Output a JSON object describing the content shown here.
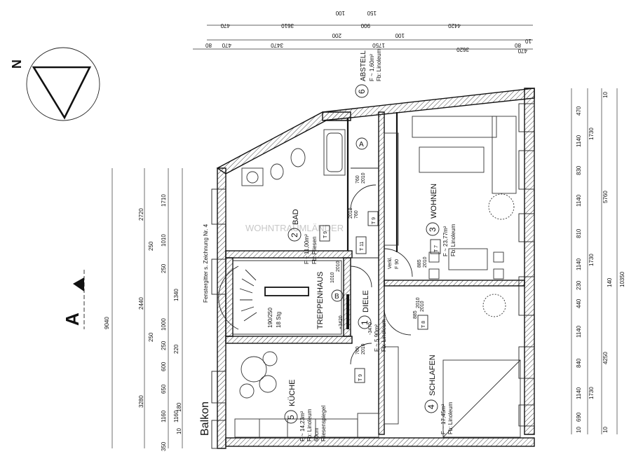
{
  "plan": {
    "section_label": "A",
    "balcony_label": "Balkon",
    "window_note": "Fenstergitter s. Zeichnung Nr. 4",
    "watermark": "WOHNTRAUMLÄNDER",
    "rooms": [
      {
        "number": "1",
        "name": "DIELE",
        "area": "F ~ 5,90m²",
        "floor": "Fb: Linoleum"
      },
      {
        "number": "2",
        "name": "BAD",
        "area": "F ~ 11,00m²",
        "floor": "Fb: Fliesen"
      },
      {
        "number": "3",
        "name": "WOHNEN",
        "area": "F ~ 23,77m²",
        "floor": "Fb: Linoleum"
      },
      {
        "number": "4",
        "name": "SCHLAFEN",
        "area": "F ~ 17,45m²",
        "floor": "Fb: Linoleum"
      },
      {
        "number": "5",
        "name": "KÜCHE",
        "area": "F ~ 14,23m²",
        "floor": "Fb: Linoleum",
        "note1": "60cm",
        "note2": "Fliesenspiegel"
      },
      {
        "number": "6",
        "name": "ABSTELL",
        "area": "F ~ 1,60m²",
        "floor": "Fb: Linoleum"
      }
    ],
    "stair": {
      "name": "TREPPENHAUS",
      "marker": "B",
      "steps": "18 Stg",
      "ratio": "190/250",
      "level": "+3420",
      "level2": "-3470"
    },
    "doors": [
      "T 11",
      "T 9",
      "T 9",
      "T 7",
      "T 8",
      "T 9"
    ],
    "door_dims": [
      "760",
      "2010",
      "760",
      "2010",
      "885",
      "2010",
      "885",
      "2010",
      "2010",
      "1010",
      "760",
      "2010",
      "2010"
    ],
    "other": {
      "marker_a": "A",
      "verkl": "Verkl.",
      "f90": "F 90"
    },
    "top_dims_row1": [
      "100",
      "150",
      "470",
      "3610",
      "900",
      "4420"
    ],
    "top_dims_row2": [
      "200",
      "100",
      "80",
      "470",
      "3470",
      "1750",
      "3620",
      "80",
      "470",
      "10"
    ],
    "left_dims_a": [
      "1710",
      "2720",
      "250",
      "1010",
      "250",
      "1340",
      "2440",
      "9040",
      "1000",
      "250",
      "250",
      "220",
      "600",
      "650",
      "3280",
      "1160",
      "1160",
      "350"
    ],
    "left_dims_b": [
      "180",
      "10"
    ],
    "right_dims_a": [
      "470",
      "1140",
      "1730",
      "830",
      "1140",
      "810",
      "1140",
      "1730",
      "230",
      "140",
      "440",
      "1140",
      "840",
      "1140",
      "1730",
      "690",
      "10"
    ],
    "right_dims_b": [
      "10",
      "5760",
      "10350",
      "4250",
      "10"
    ]
  }
}
